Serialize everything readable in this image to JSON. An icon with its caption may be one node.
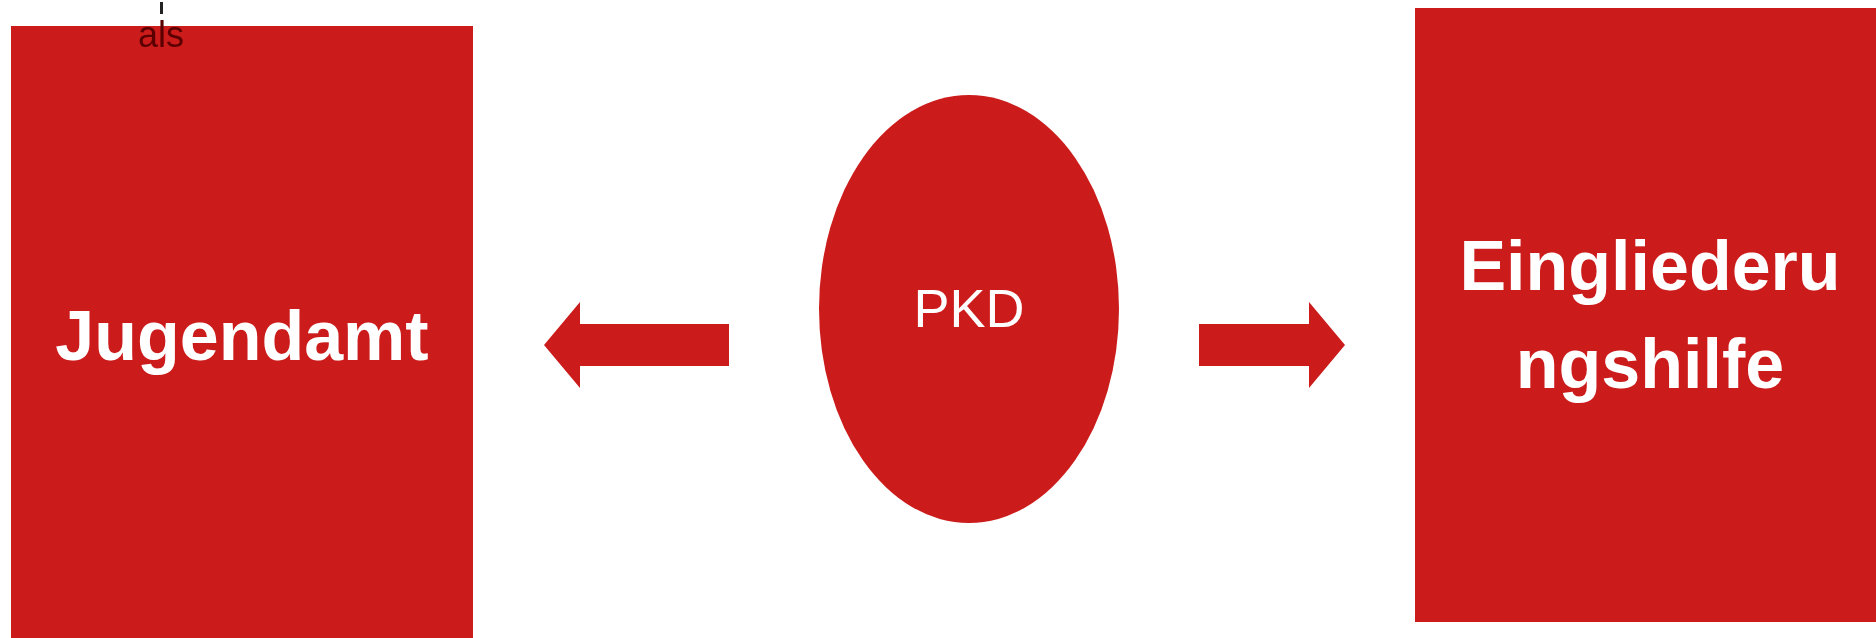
{
  "diagram": {
    "nodes": [
      {
        "text": [
          "Jugendamt"
        ]
      },
      {
        "text": [
          "PKD"
        ]
      },
      {
        "text": [
          "Eingliederungshilfe"
        ]
      }
    ],
    "edges": [
      {
        "from": 1,
        "to": 0,
        "arrow": "to"
      },
      {
        "from": 1,
        "to": 2,
        "arrow": "to"
      }
    ],
    "labels": [
      "als"
    ]
  }
}
